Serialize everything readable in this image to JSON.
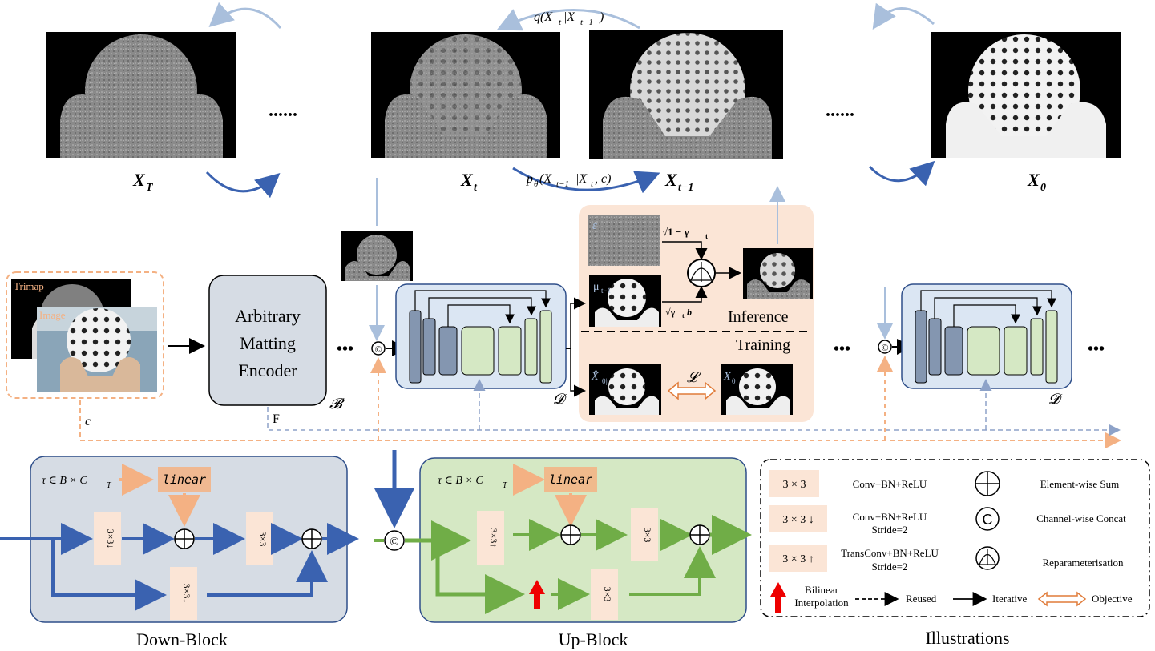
{
  "top": {
    "labels": [
      "X",
      "T",
      "X",
      "t",
      "X",
      "t−1",
      "X",
      "0"
    ],
    "dots": [
      "......",
      "......"
    ],
    "q_label": "q(X",
    "q_sub_t": "t",
    "q_bar": "|X",
    "q_sub_t1": "t−1",
    "q_close": ")",
    "p_label": "p",
    "p_sub": "θ",
    "p_rest": "(X",
    "p_sub_t1": "t−1",
    "p_bar": "|X",
    "p_sub_t": "t",
    "p_close": ", c)"
  },
  "middle": {
    "trimap_label": "Trimap",
    "image_label": "Image",
    "encoder_lines": [
      "Arbitrary",
      "Matting",
      "Encoder"
    ],
    "encoder_symbol": "𝓑",
    "decoder_symbol": "𝓓",
    "feature_label": "F",
    "condition_label": "c",
    "concat_symbol": "©",
    "ellipsis": "•••",
    "epsilon": "ε",
    "sqrt_1_gamma": "√1 − γ",
    "gamma_sub": "t",
    "mu_label": "μ",
    "mu_sub": "t−1",
    "sqrt_gamma_b": "√γ",
    "gamma_b_rest": "b",
    "inference": "Inference",
    "training": "Training",
    "x0_hat": "X̂",
    "x0_hat_sub": "0|t",
    "loss": "𝓛",
    "x0": "X",
    "x0_sub": "0"
  },
  "down_block": {
    "title": "Down-Block",
    "tau": "τ ∈ B × C",
    "tau_sub": "T",
    "linear": "linear",
    "conv_down": "3×3↓",
    "conv": "3×3",
    "conv_down2": "3×3↓"
  },
  "up_block": {
    "title": "Up-Block",
    "tau": "τ ∈ B × C",
    "tau_sub": "T",
    "linear": "linear",
    "conv_up": "3×3↑",
    "conv": "3×3",
    "conv2": "3×3"
  },
  "illustrations": {
    "title": "Illustrations",
    "rows": [
      {
        "box": "3 × 3",
        "desc": "Conv+BN+ReLU",
        "desc2": ""
      },
      {
        "box": "3 × 3 ↓",
        "desc": "Conv+BN+ReLU",
        "desc2": "Stride=2"
      },
      {
        "box": "3 × 3 ↑",
        "desc": "TransConv+BN+ReLU",
        "desc2": "Stride=2"
      }
    ],
    "symbols": [
      {
        "name": "Element-wise Sum"
      },
      {
        "name": "Channel-wise Concat"
      },
      {
        "name": "Reparameterisation"
      }
    ],
    "bilinear": [
      "Bilinear",
      "Interpolation"
    ],
    "reused": "Reused",
    "iterative": "Iterative",
    "objective": "Objective"
  },
  "colors": {
    "blue_dark": "#3a62b0",
    "blue_light": "#a9bfdc",
    "orange": "#f4b183",
    "green": "#70ad47",
    "green_fill": "#d5e8c4",
    "gray_fill": "#d6dce4",
    "peach": "#fbe5d6"
  }
}
